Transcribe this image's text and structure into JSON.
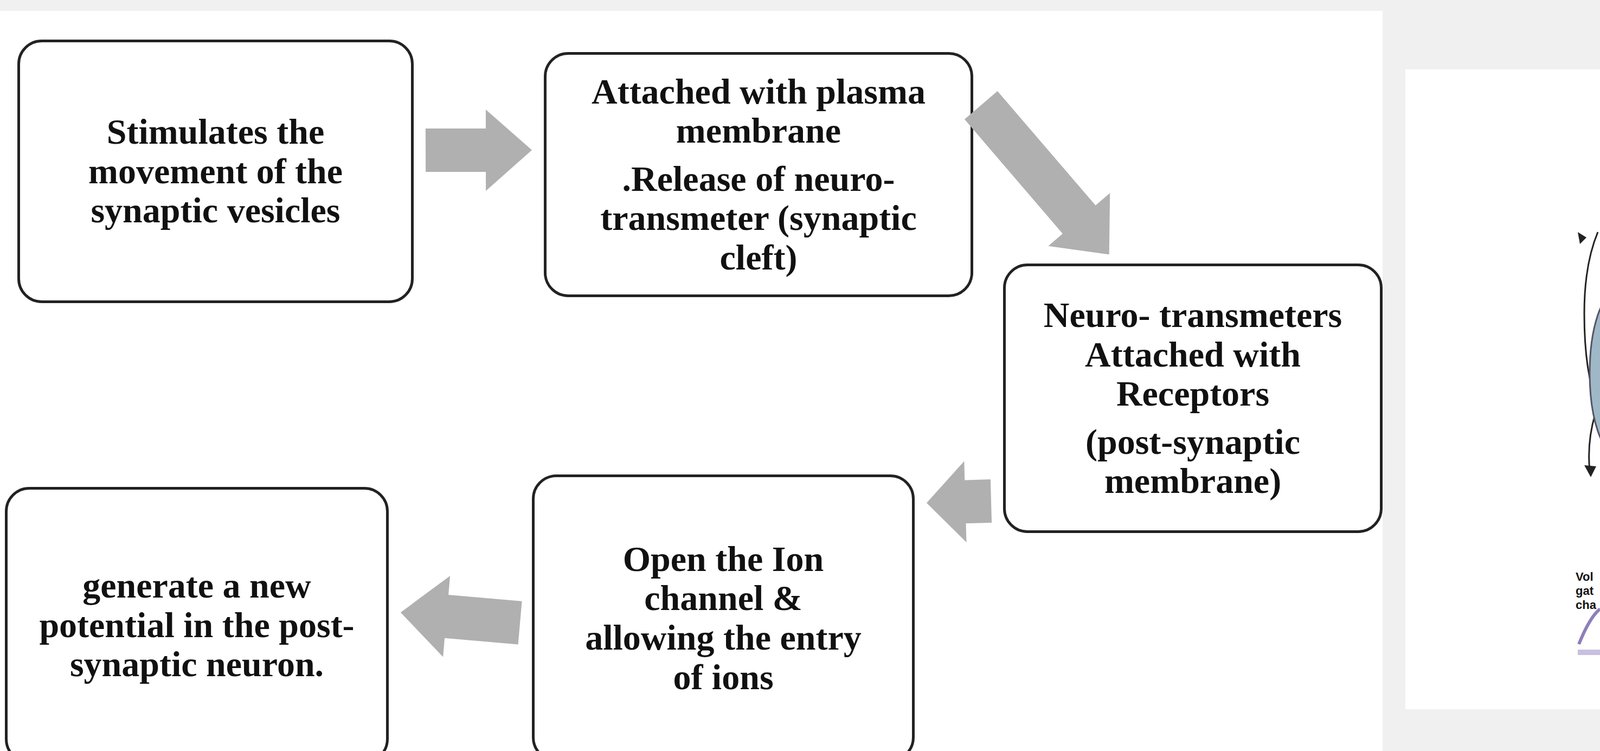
{
  "diagram": {
    "nodes": [
      {
        "text": [
          "Stimulates the movement of the synaptic vesicles"
        ]
      },
      {
        "text": [
          "Attached with plasma membrane",
          ".Release of neuro- transmeter (synaptic cleft)"
        ]
      },
      {
        "text": [
          "Neuro- transmeters Attached with Receptors",
          "(post-synaptic membrane)"
        ]
      },
      {
        "text": [
          "Open the Ion channel & allowing the entry of ions"
        ]
      },
      {
        "text": [
          "generate a new potential in the post-synaptic neuron."
        ]
      }
    ],
    "edges": [
      {
        "from": 0,
        "to": 1,
        "arrow": "to"
      },
      {
        "from": 1,
        "to": 2,
        "arrow": "to"
      },
      {
        "from": 2,
        "to": 3,
        "arrow": "to"
      },
      {
        "from": 3,
        "to": 4,
        "arrow": "to"
      }
    ],
    "labels": [
      "Vol",
      "gat",
      "cha"
    ]
  }
}
